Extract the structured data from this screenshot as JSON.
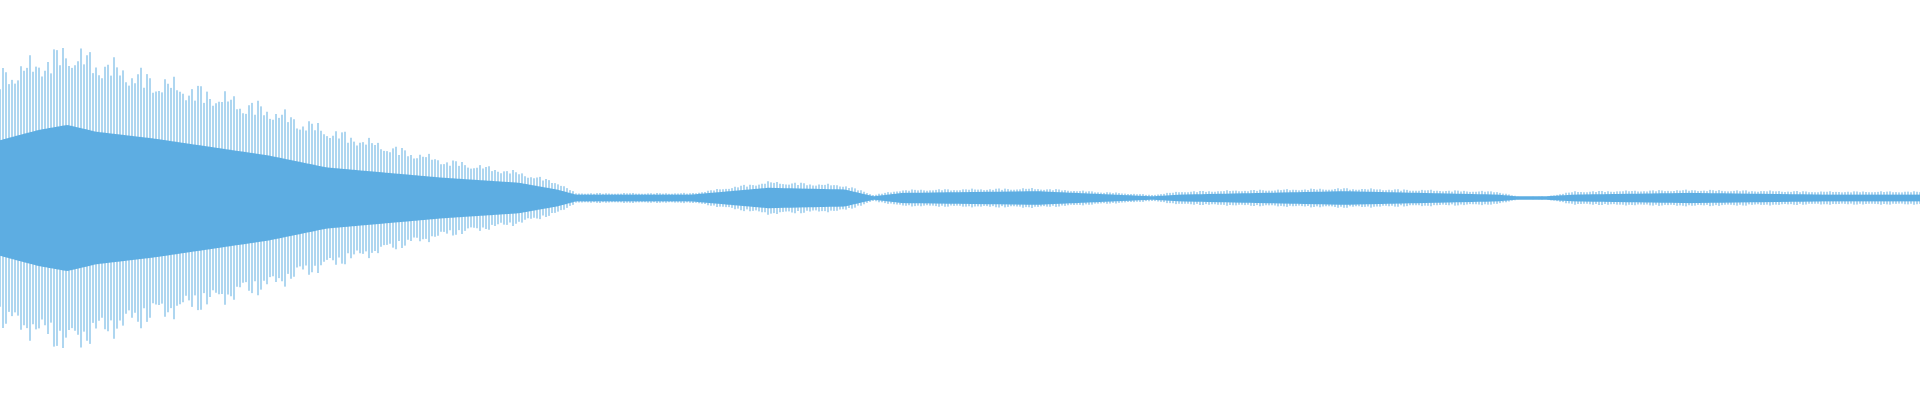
{
  "waveform": {
    "color": "#5dade2",
    "background": "#ffffff",
    "envelope": [
      {
        "t": 0.0,
        "peak": 0.78,
        "body": 0.34
      },
      {
        "t": 0.02,
        "peak": 0.86,
        "body": 0.4
      },
      {
        "t": 0.035,
        "peak": 0.93,
        "body": 0.43
      },
      {
        "t": 0.05,
        "peak": 0.87,
        "body": 0.39
      },
      {
        "t": 0.08,
        "peak": 0.75,
        "body": 0.35
      },
      {
        "t": 0.11,
        "peak": 0.66,
        "body": 0.3
      },
      {
        "t": 0.14,
        "peak": 0.56,
        "body": 0.25
      },
      {
        "t": 0.17,
        "peak": 0.43,
        "body": 0.18
      },
      {
        "t": 0.2,
        "peak": 0.33,
        "body": 0.15
      },
      {
        "t": 0.23,
        "peak": 0.24,
        "body": 0.12
      },
      {
        "t": 0.27,
        "peak": 0.16,
        "body": 0.09
      },
      {
        "t": 0.29,
        "peak": 0.1,
        "body": 0.05
      },
      {
        "t": 0.3,
        "peak": 0.03,
        "body": 0.02
      },
      {
        "t": 0.355,
        "peak": 0.03,
        "body": 0.02
      },
      {
        "t": 0.36,
        "peak": 0.03,
        "body": 0.02
      },
      {
        "t": 0.4,
        "peak": 0.1,
        "body": 0.06
      },
      {
        "t": 0.44,
        "peak": 0.08,
        "body": 0.05
      },
      {
        "t": 0.455,
        "peak": 0.02,
        "body": 0.01
      },
      {
        "t": 0.47,
        "peak": 0.05,
        "body": 0.03
      },
      {
        "t": 0.54,
        "peak": 0.06,
        "body": 0.04
      },
      {
        "t": 0.6,
        "peak": 0.02,
        "body": 0.01
      },
      {
        "t": 0.615,
        "peak": 0.04,
        "body": 0.02
      },
      {
        "t": 0.7,
        "peak": 0.06,
        "body": 0.04
      },
      {
        "t": 0.78,
        "peak": 0.04,
        "body": 0.02
      },
      {
        "t": 0.79,
        "peak": 0.01,
        "body": 0.01
      },
      {
        "t": 0.805,
        "peak": 0.01,
        "body": 0.01
      },
      {
        "t": 0.82,
        "peak": 0.04,
        "body": 0.02
      },
      {
        "t": 0.88,
        "peak": 0.05,
        "body": 0.03
      },
      {
        "t": 0.95,
        "peak": 0.04,
        "body": 0.02
      },
      {
        "t": 1.0,
        "peak": 0.04,
        "body": 0.02
      }
    ]
  }
}
